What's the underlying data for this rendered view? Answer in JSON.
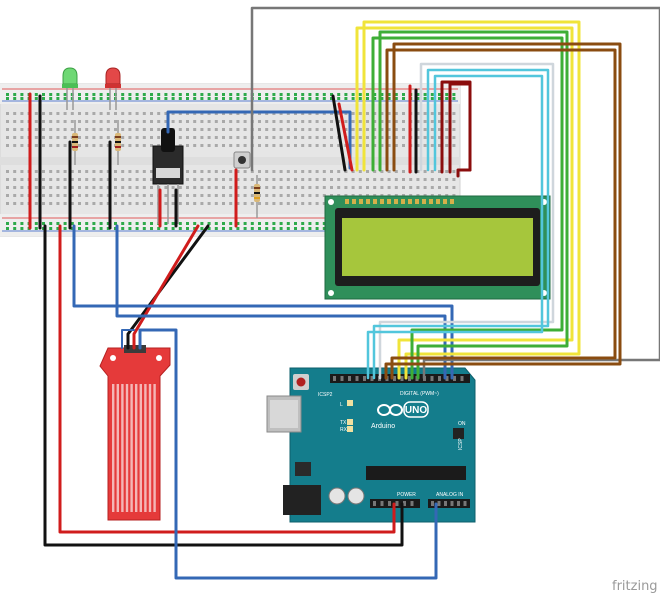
{
  "board": {
    "icsp2_label": "ICSP2",
    "l_label": "L",
    "tx_label": "TX",
    "rx_label": "RX",
    "on_label": "ON",
    "uno_label": "UNO",
    "brand_label": "Arduino",
    "digital_label": "DIGITAL (PWM~)",
    "power_label": "POWER",
    "analog_label": "ANALOG IN",
    "icsp_label": "ICSP"
  },
  "watermark": "fritzing",
  "colors": {
    "breadboard": "#e9e9e9",
    "rail_red": "#d62828",
    "rail_blue": "#2c5eb8",
    "hole_green": "#2eaa4a",
    "arduino_teal": "#0f7b8a",
    "lcd_green": "#a8c83c",
    "lcd_pcb": "#2d8a57",
    "sensor_red": "#e53a3a",
    "wire_red": "#d01c1c",
    "wire_black": "#111111",
    "wire_blue": "#3468b5",
    "wire_yellow": "#f0e43a",
    "wire_green": "#3dae36",
    "wire_brown": "#8a4c10",
    "wire_gray": "#777777",
    "wire_cyan": "#52c6dc",
    "wire_white": "#cfd6dc",
    "wire_darkred": "#8b0d0d"
  },
  "icons": [
    "green-led-icon",
    "red-led-icon",
    "potentiometer-icon",
    "push-button-icon",
    "usb-connector-icon",
    "arduino-infinity-logo-icon"
  ]
}
